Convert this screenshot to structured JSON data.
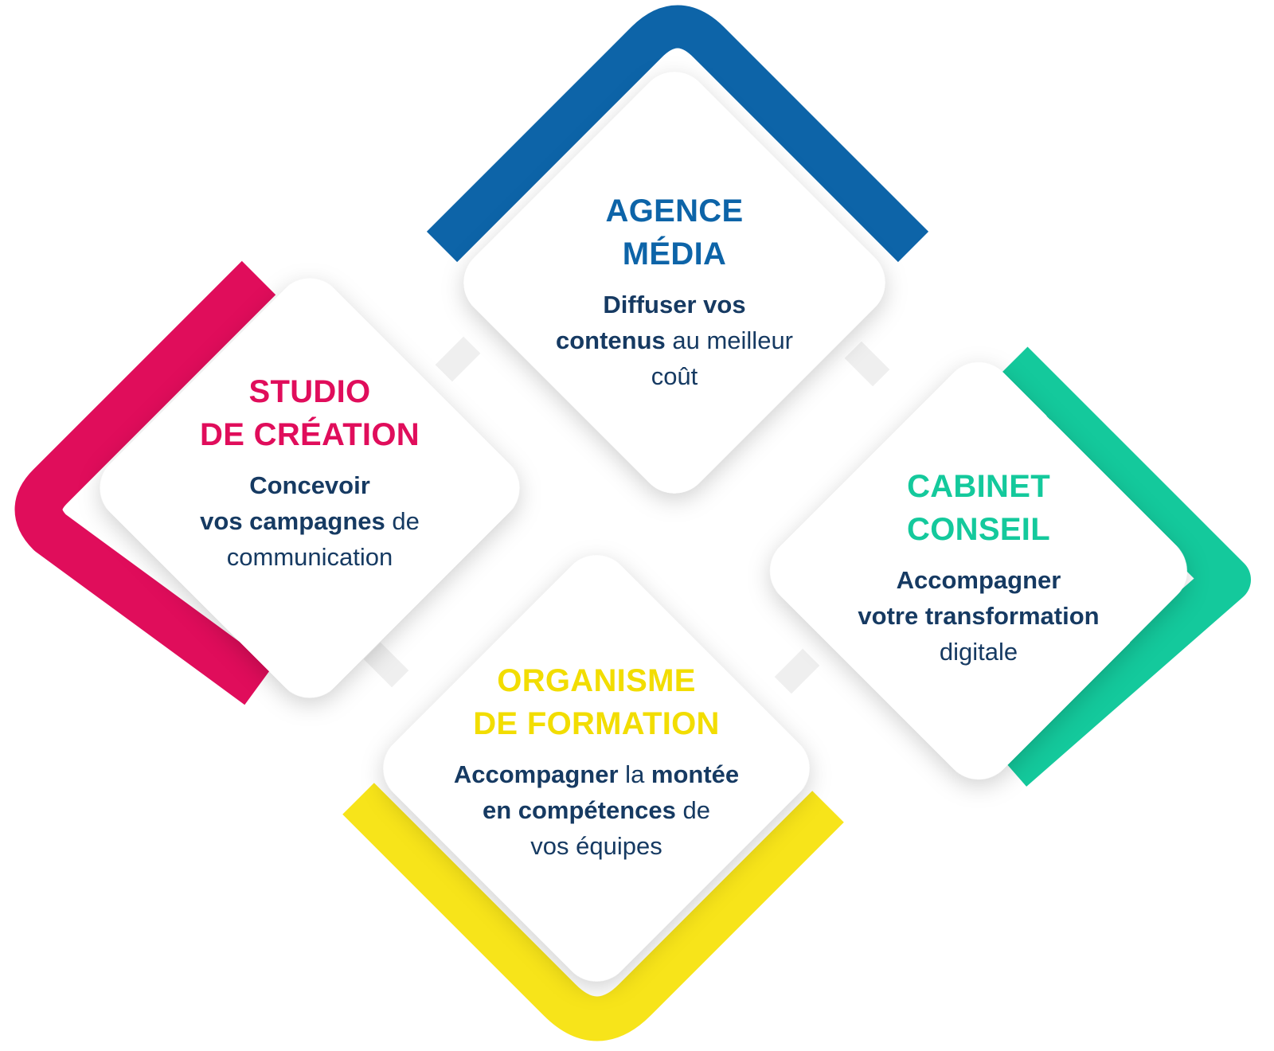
{
  "colors": {
    "agence": "#0d64a8",
    "studio": "#e00d5b",
    "cabinet": "#14c99c",
    "organisme": "#f7e41a",
    "text": "#163a62",
    "tile": "#ffffff"
  },
  "tiles": {
    "agence": {
      "title_line1": "AGENCE",
      "title_line2": "MÉDIA",
      "desc_strong1": "Diffuser vos",
      "desc_strong2": "contenus",
      "desc_rest1": " au meilleur",
      "desc_rest2": "coût"
    },
    "studio": {
      "title_line1": "STUDIO",
      "title_line2": "DE CRÉATION",
      "desc_strong1": "Concevoir",
      "desc_strong2": "vos campagnes",
      "desc_rest1": " de",
      "desc_rest2": "communication"
    },
    "cabinet": {
      "title_line1": "CABINET",
      "title_line2": "CONSEIL",
      "desc_strong1": "Accompagner",
      "desc_strong2": "votre transformation",
      "desc_rest2": "digitale"
    },
    "organisme": {
      "title_line1": "ORGANISME",
      "title_line2": "DE FORMATION",
      "desc_strong1": "Accompagner",
      "desc_rest1": " la ",
      "desc_strong2": "montée",
      "desc_strong3": "en compétences",
      "desc_rest2": " de",
      "desc_rest3": "vos équipes"
    }
  }
}
